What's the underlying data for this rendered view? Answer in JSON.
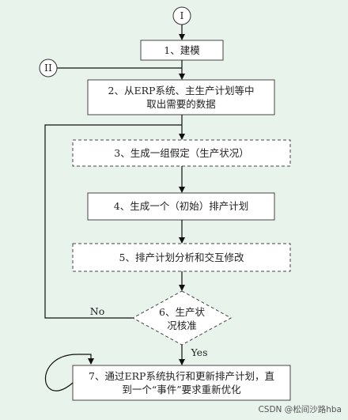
{
  "connectors": {
    "start": "I",
    "side": "II"
  },
  "steps": [
    {
      "id": "s1",
      "text": "1、建模"
    },
    {
      "id": "s2",
      "line1": "2、从ERP系统、主生产计划等中",
      "line2": "取出需要的数据"
    },
    {
      "id": "s3",
      "text": "3、生成一组假定（生产状况）"
    },
    {
      "id": "s4",
      "text": "4、生成一个（初始）排产计划"
    },
    {
      "id": "s5",
      "text": "5、排产计划分析和交互修改"
    },
    {
      "id": "s6",
      "line1": "6、生产状",
      "line2": "况核准"
    },
    {
      "id": "s7",
      "line1": "7、通过ERP系统执行和更新排产计划，直",
      "line2": "到一个“事件”要求重新优化"
    }
  ],
  "branches": {
    "no": "No",
    "yes": "Yes"
  },
  "watermark": "CSDN @松间沙路hba"
}
